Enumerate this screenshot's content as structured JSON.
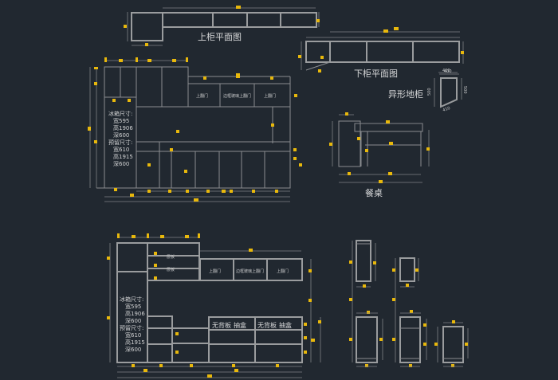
{
  "drawing": {
    "upper_cabinet_plan_title": "上柜平面图",
    "lower_cabinet_plan_title": "下柜平面图",
    "corner_cabinet_title": "异形地柜",
    "corner_cabinet_dims": {
      "width": "400",
      "depth_left": "500",
      "depth_right": "500",
      "diagonal": "410"
    },
    "lower_plan_scale_label": "400",
    "dining_table_title": "餐桌",
    "elevation_top": {
      "fridge_note": [
        "冰箱尺寸:",
        "宽595",
        "高1906",
        "深600",
        "预留尺寸:",
        "宽610",
        "高1915",
        "深600"
      ],
      "door_labels": [
        "上翻门",
        "边框玻璃上翻门",
        "上翻门"
      ]
    },
    "elevation_bottom": {
      "fridge_note": [
        "冰箱尺寸:",
        "宽595",
        "高1906",
        "深600",
        "预留尺寸:",
        "宽610",
        "高1915",
        "深600"
      ],
      "door_labels": [
        "上翻门",
        "边框玻璃上翻门",
        "上翻门"
      ],
      "shelf_labels": [
        "层板",
        "层板"
      ],
      "drawer_labels": [
        "无背板",
        "抽盒",
        "无背板",
        "抽盒"
      ]
    }
  }
}
